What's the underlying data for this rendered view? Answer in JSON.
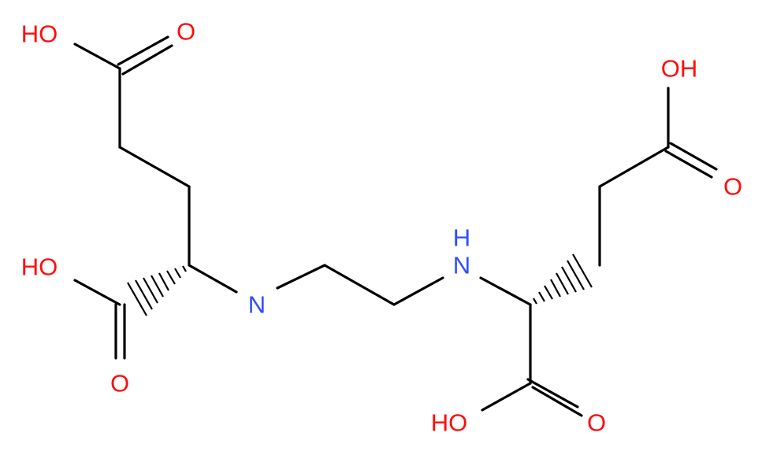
{
  "structure": {
    "atoms": {
      "o1_hydroxyl": "HO",
      "o1_carbonyl": "O",
      "o2_hydroxyl": "HO",
      "o2_carbonyl": "O",
      "n1": "N",
      "n2": "N",
      "h_n2": "H",
      "o3_hydroxyl": "OH",
      "o3_carbonyl": "O",
      "o4_hydroxyl": "HO",
      "o4_carbonyl": "O"
    },
    "colors": {
      "bond": "#000000",
      "oxygen": "#ff0d0d",
      "nitrogen": "#3050f8",
      "background": "#ffffff"
    }
  }
}
